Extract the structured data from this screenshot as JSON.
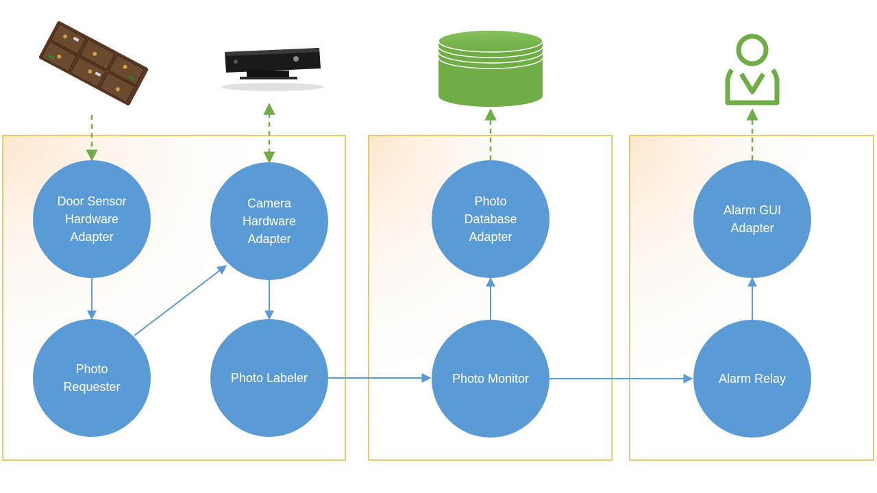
{
  "colors": {
    "node_fill": "#5B9BD5",
    "box_border": "#E6B83A",
    "box_glow": "#FCE4C8",
    "edge": "#5B9BD5",
    "dashed_edge": "#70AD47",
    "icon_green": "#70AD47"
  },
  "groups": [
    "group-1",
    "group-2",
    "group-3"
  ],
  "nodes": {
    "door_sensor": {
      "lines": [
        "Door Sensor",
        "Hardware",
        "Adapter"
      ]
    },
    "camera_adapter": {
      "lines": [
        "Camera",
        "Hardware",
        "Adapter"
      ]
    },
    "photo_requester": {
      "lines": [
        "Photo",
        "Requester"
      ]
    },
    "photo_labeler": {
      "lines": [
        "Photo Labeler"
      ]
    },
    "photo_db_adapter": {
      "lines": [
        "Photo",
        "Database",
        "Adapter"
      ]
    },
    "photo_monitor": {
      "lines": [
        "Photo Monitor"
      ]
    },
    "alarm_gui_adapter": {
      "lines": [
        "Alarm GUI",
        "Adapter"
      ]
    },
    "alarm_relay": {
      "lines": [
        "Alarm Relay"
      ]
    }
  },
  "icons": {
    "sensor_board": "sensor-board-icon",
    "kinect_camera": "kinect-camera-icon",
    "database": "database-icon",
    "user": "user-icon"
  },
  "edges": [
    {
      "from": "door_sensor",
      "to": "photo_requester",
      "style": "solid"
    },
    {
      "from": "photo_requester",
      "to": "camera_adapter",
      "style": "solid"
    },
    {
      "from": "camera_adapter",
      "to": "photo_labeler",
      "style": "solid"
    },
    {
      "from": "photo_labeler",
      "to": "photo_monitor",
      "style": "solid"
    },
    {
      "from": "photo_monitor",
      "to": "photo_db_adapter",
      "style": "solid"
    },
    {
      "from": "photo_monitor",
      "to": "alarm_relay",
      "style": "solid"
    },
    {
      "from": "alarm_relay",
      "to": "alarm_gui_adapter",
      "style": "solid"
    },
    {
      "from": "sensor_board",
      "to": "door_sensor",
      "style": "dashed"
    },
    {
      "from": "kinect_camera",
      "to": "camera_adapter",
      "style": "dashed-bidirectional"
    },
    {
      "from": "photo_db_adapter",
      "to": "database",
      "style": "dashed"
    },
    {
      "from": "alarm_gui_adapter",
      "to": "user",
      "style": "dashed"
    }
  ]
}
